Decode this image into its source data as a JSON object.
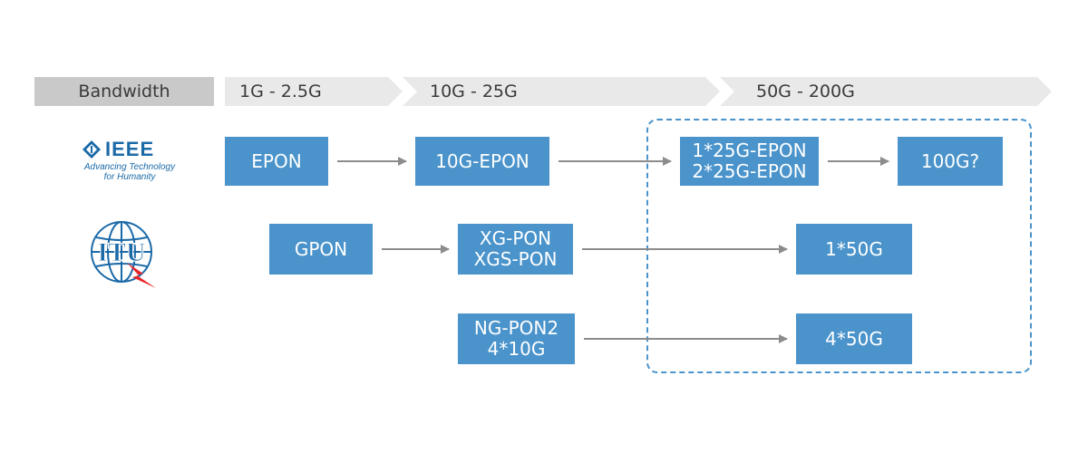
{
  "bandwidth_bar": {
    "label": "Bandwidth",
    "stages": [
      "1G - 2.5G",
      "10G - 25G",
      "50G - 200G"
    ]
  },
  "logos": {
    "ieee": {
      "wordmark": "IEEE",
      "tagline_line1": "Advancing Technology",
      "tagline_line2": "for Humanity"
    },
    "itu": {
      "wordmark": "ITU"
    }
  },
  "nodes": {
    "epon": [
      "EPON"
    ],
    "epon_10g": [
      "10G-EPON"
    ],
    "epon_25g": [
      "1*25G-EPON",
      "2*25G-EPON"
    ],
    "epon_100g": [
      "100G?"
    ],
    "gpon": [
      "GPON"
    ],
    "xgpon": [
      "XG-PON",
      "XGS-PON"
    ],
    "itu_1x50": [
      "1*50G"
    ],
    "ngpon2": [
      "NG-PON2",
      "4*10G"
    ],
    "itu_4x50": [
      "4*50G"
    ]
  },
  "edges": [
    [
      "epon",
      "epon_10g"
    ],
    [
      "epon_10g",
      "epon_25g"
    ],
    [
      "epon_25g",
      "epon_100g"
    ],
    [
      "gpon",
      "xgpon"
    ],
    [
      "xgpon",
      "itu_1x50"
    ],
    [
      "ngpon2",
      "itu_4x50"
    ]
  ],
  "colors": {
    "node_fill": "#4a93cb",
    "arrow": "#8c8c8c",
    "band": "#e9e9e9",
    "band_label": "#c9c9c9"
  }
}
